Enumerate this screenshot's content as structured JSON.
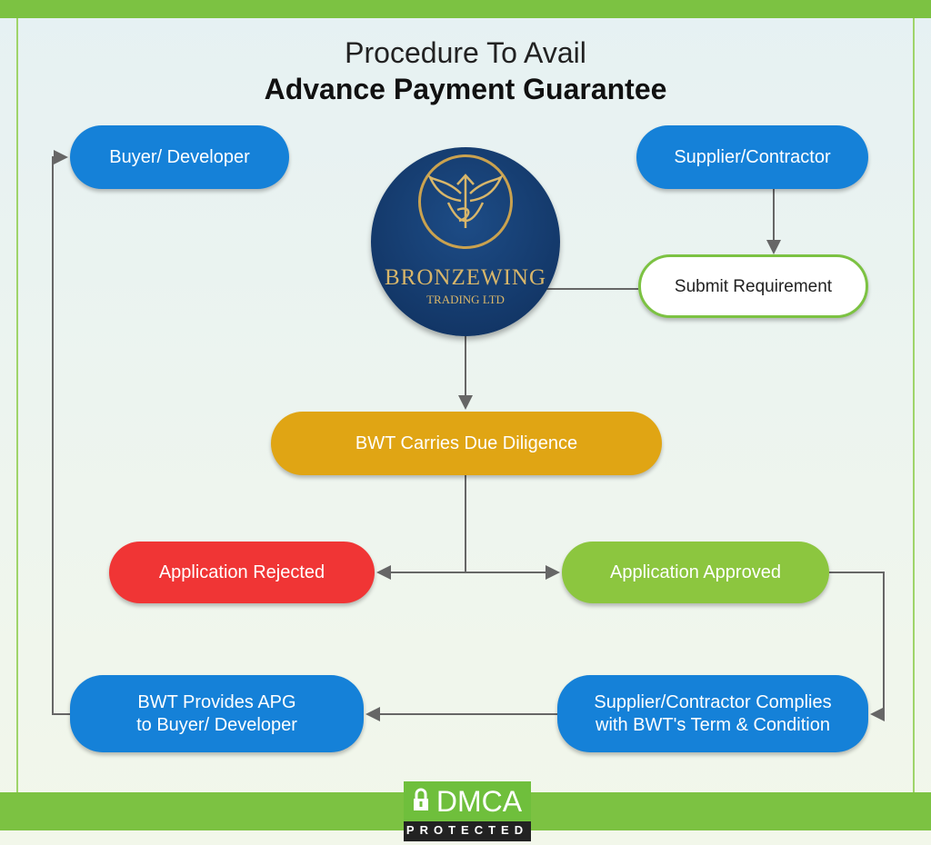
{
  "title": {
    "line1": "Procedure To Avail",
    "line2": "Advance Payment Guarantee"
  },
  "nodes": {
    "buyer": "Buyer/ Developer",
    "supplier": "Supplier/Contractor",
    "submit": "Submit Requirement",
    "diligence": "BWT Carries Due Diligence",
    "rejected": "Application Rejected",
    "approved": "Application Approved",
    "provides_1": "BWT Provides APG",
    "provides_2": "to Buyer/ Developer",
    "complies_1": "Supplier/Contractor Complies",
    "complies_2": "with BWT's Term & Condition"
  },
  "logo": {
    "name": "BRONZEWING",
    "sub": "TRADING LTD"
  },
  "badge": {
    "label": "DMCA",
    "sub": "PROTECTED",
    "icon": "lock-icon"
  },
  "colors": {
    "blue": "#1581d8",
    "gold": "#e0a514",
    "red": "#f03535",
    "green": "#8cc63f"
  }
}
